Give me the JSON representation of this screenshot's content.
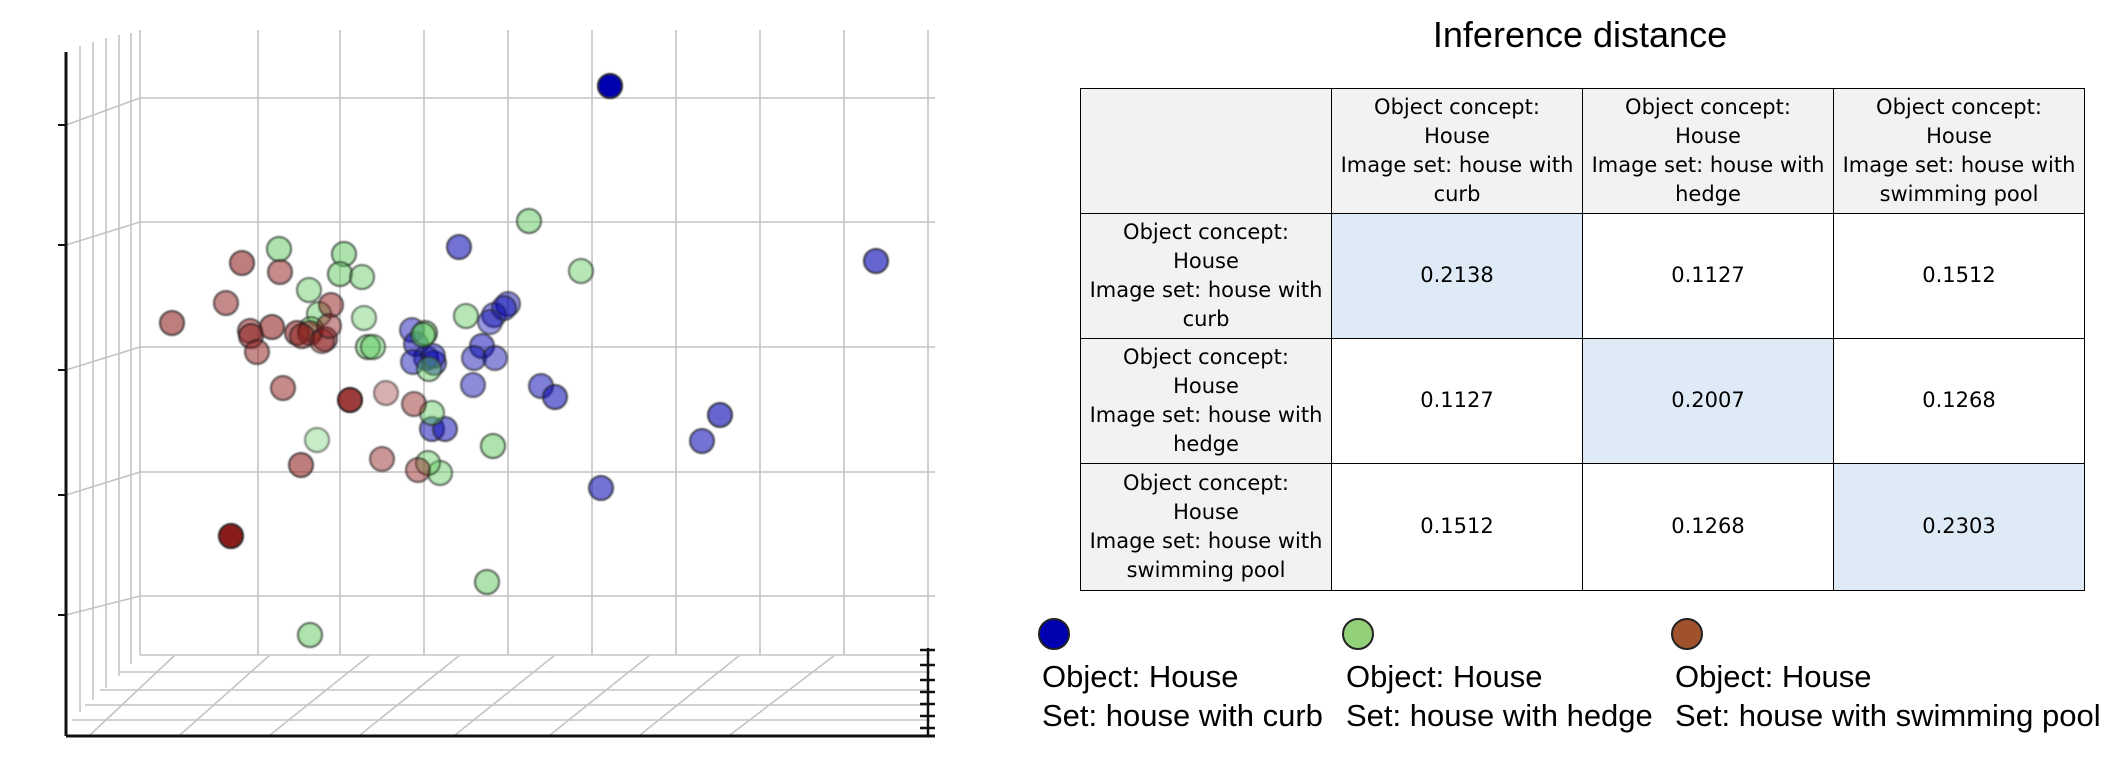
{
  "chart_data": [
    {
      "type": "scatter",
      "title": "",
      "xlabel": "",
      "ylabel": "",
      "grid": true,
      "projection": "3d",
      "series": [
        {
          "name": "Object: House Set: house with curb",
          "color": "#0000b0",
          "points": [
            [
              610,
              86,
              1.0
            ],
            [
              876,
              261,
              0.6
            ],
            [
              459,
              247,
              0.55
            ],
            [
              508,
              304,
              0.45
            ],
            [
              494,
              315,
              0.45
            ],
            [
              504,
              308,
              0.45
            ],
            [
              490,
              322,
              0.4
            ],
            [
              482,
              346,
              0.5
            ],
            [
              474,
              358,
              0.45
            ],
            [
              495,
              358,
              0.45
            ],
            [
              426,
              358,
              0.45
            ],
            [
              434,
              363,
              0.5
            ],
            [
              412,
              330,
              0.45
            ],
            [
              416,
              344,
              0.5
            ],
            [
              433,
              356,
              0.45
            ],
            [
              541,
              386,
              0.5
            ],
            [
              555,
              397,
              0.55
            ],
            [
              473,
              385,
              0.45
            ],
            [
              432,
              429,
              0.5
            ],
            [
              445,
              429,
              0.5
            ],
            [
              720,
              415,
              0.6
            ],
            [
              702,
              441,
              0.55
            ],
            [
              601,
              488,
              0.55
            ],
            [
              413,
              362,
              0.45
            ]
          ]
        },
        {
          "name": "Object: House Set: house with hedge",
          "color": "#5ec85e",
          "points": [
            [
              529,
              221,
              0.5
            ],
            [
              581,
              271,
              0.45
            ],
            [
              279,
              249,
              0.5
            ],
            [
              344,
              254,
              0.5
            ],
            [
              340,
              274,
              0.5
            ],
            [
              362,
              277,
              0.45
            ],
            [
              309,
              290,
              0.45
            ],
            [
              319,
              314,
              0.45
            ],
            [
              364,
              318,
              0.4
            ],
            [
              311,
              329,
              0.45
            ],
            [
              466,
              316,
              0.45
            ],
            [
              425,
              333,
              0.5
            ],
            [
              368,
              347,
              0.5
            ],
            [
              373,
              347,
              0.45
            ],
            [
              429,
              369,
              0.45
            ],
            [
              423,
              335,
              0.45
            ],
            [
              432,
              413,
              0.45
            ],
            [
              493,
              446,
              0.5
            ],
            [
              440,
              473,
              0.45
            ],
            [
              428,
              463,
              0.45
            ],
            [
              487,
              582,
              0.5
            ],
            [
              310,
              635,
              0.5
            ],
            [
              317,
              440,
              0.35
            ]
          ]
        },
        {
          "name": "Object: House Set: house with swimming pool",
          "color": "#8b1a1a",
          "points": [
            [
              242,
              263,
              0.55
            ],
            [
              280,
              272,
              0.5
            ],
            [
              226,
              303,
              0.5
            ],
            [
              172,
              323,
              0.55
            ],
            [
              250,
              331,
              0.5
            ],
            [
              272,
              327,
              0.55
            ],
            [
              297,
              333,
              0.55
            ],
            [
              310,
              333,
              0.5
            ],
            [
              325,
              339,
              0.5
            ],
            [
              251,
              336,
              0.55
            ],
            [
              257,
              352,
              0.5
            ],
            [
              331,
              305,
              0.5
            ],
            [
              302,
              336,
              0.5
            ],
            [
              283,
              388,
              0.5
            ],
            [
              350,
              400,
              0.85
            ],
            [
              386,
              393,
              0.35
            ],
            [
              414,
              404,
              0.45
            ],
            [
              382,
              459,
              0.45
            ],
            [
              418,
              470,
              0.45
            ],
            [
              301,
              465,
              0.55
            ],
            [
              231,
              536,
              1.0
            ],
            [
              322,
              341,
              0.4
            ],
            [
              329,
              326,
              0.45
            ]
          ]
        }
      ]
    },
    {
      "type": "table",
      "title": "Inference distance",
      "columns": [
        "Object concept: House Image set: house with curb",
        "Object concept: House Image set: house with hedge",
        "Object concept: House Image set: house with swimming pool"
      ],
      "rows": [
        {
          "label": "Object concept: House Image set: house with curb",
          "values": [
            "0.2138",
            "0.1127",
            "0.1512"
          ]
        },
        {
          "label": "Object concept: House Image set: house with hedge",
          "values": [
            "0.1127",
            "0.2007",
            "0.1268"
          ]
        },
        {
          "label": "Object concept: House Image set: house with swimming pool",
          "values": [
            "0.1512",
            "0.1268",
            "0.2303"
          ]
        }
      ]
    }
  ],
  "table": {
    "title": "Inference distance",
    "col_headers": [
      [
        "Object concept: House",
        "Image set: house with",
        "curb"
      ],
      [
        "Object concept: House",
        "Image set: house with",
        "hedge"
      ],
      [
        "Object concept: House",
        "Image set: house with",
        "swimming pool"
      ]
    ],
    "row_headers": [
      [
        "Object concept: House",
        "Image set: house with",
        "curb"
      ],
      [
        "Object concept: House",
        "Image set: house with",
        "hedge"
      ],
      [
        "Object concept: House",
        "Image set: house with",
        "swimming pool"
      ]
    ],
    "cells": [
      [
        "0.2138",
        "0.1127",
        "0.1512"
      ],
      [
        "0.1127",
        "0.2007",
        "0.1268"
      ],
      [
        "0.1512",
        "0.1268",
        "0.2303"
      ]
    ],
    "diagonal_color": "#deebf7",
    "header_color": "#f2f2f2"
  },
  "legend": [
    {
      "color": "#0000b0",
      "line1": "Object: House",
      "line2": "Set: house with curb"
    },
    {
      "color": "#92d07a",
      "line1": "Object: House",
      "line2": "Set: house with hedge"
    },
    {
      "color": "#a0522d",
      "line1": "Object: House",
      "line2": "Set: house with swimming pool"
    }
  ]
}
